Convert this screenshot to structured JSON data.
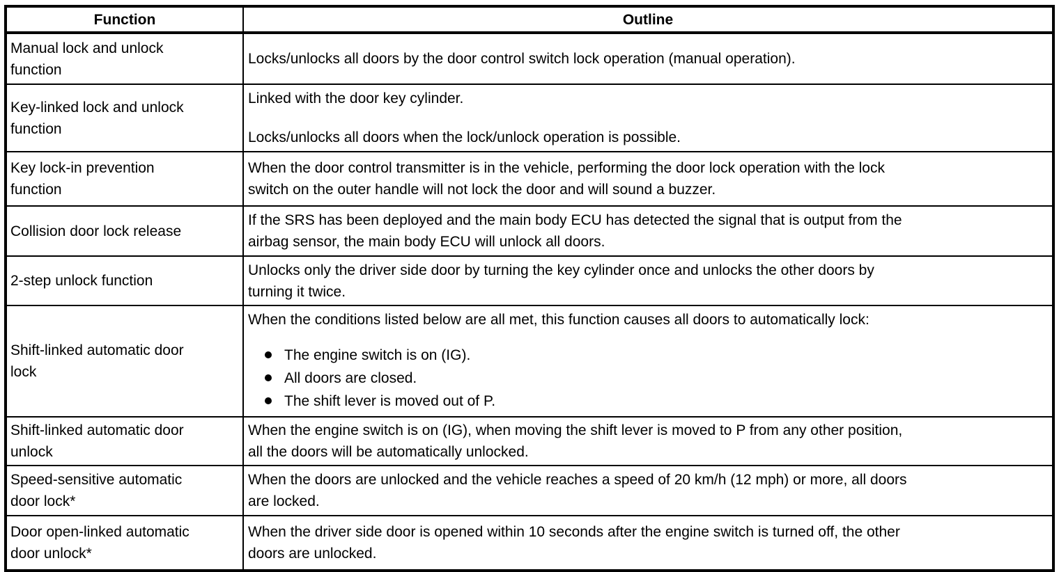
{
  "document": {
    "colors": {
      "text": "#000000",
      "border": "#000000",
      "background": "#ffffff"
    },
    "table": {
      "headers": {
        "function": "Function",
        "outline": "Outline"
      },
      "rows": [
        {
          "function_lines": [
            "Manual lock and unlock",
            "function"
          ],
          "outline_blocks": [
            {
              "type": "p",
              "lines": [
                "Locks/unlocks all doors by the door control switch lock operation (manual operation)."
              ]
            }
          ]
        },
        {
          "function_lines": [
            "Key-linked lock and unlock",
            "function"
          ],
          "outline_blocks": [
            {
              "type": "p",
              "lines": [
                "Linked with the door key cylinder."
              ]
            },
            {
              "type": "p",
              "gap_before": true,
              "lines": [
                "Locks/unlocks all doors when the lock/unlock operation is possible."
              ]
            }
          ]
        },
        {
          "function_lines": [
            "Key lock-in prevention",
            "function"
          ],
          "outline_blocks": [
            {
              "type": "p",
              "lines": [
                "When the door control transmitter is in the vehicle, performing the door lock operation with the lock",
                "switch on the outer handle will not lock the door and will sound a buzzer."
              ]
            }
          ]
        },
        {
          "function_lines": [
            "Collision door lock release"
          ],
          "outline_blocks": [
            {
              "type": "p",
              "lines": [
                "If the SRS has been deployed and the main body ECU has detected the signal that is output from the",
                "airbag sensor, the main body ECU will unlock all doors."
              ]
            }
          ]
        },
        {
          "function_lines": [
            "2-step unlock function"
          ],
          "outline_blocks": [
            {
              "type": "p",
              "lines": [
                "Unlocks only the driver side door by turning the key cylinder once and unlocks the other doors by",
                "turning it twice."
              ]
            }
          ]
        },
        {
          "function_lines": [
            "Shift-linked automatic door",
            "lock"
          ],
          "outline_blocks": [
            {
              "type": "p",
              "lines": [
                "When the conditions listed below are all met, this function causes all doors to automatically lock:"
              ]
            },
            {
              "type": "ul",
              "items": [
                "The engine switch is on (IG).",
                "All doors are closed.",
                "The shift lever is moved out of P."
              ]
            }
          ]
        },
        {
          "function_lines": [
            "Shift-linked automatic door",
            "unlock"
          ],
          "outline_blocks": [
            {
              "type": "p",
              "lines": [
                "When the engine switch is on (IG), when moving the shift lever is moved to P from any other position,",
                "all the doors will be automatically unlocked."
              ]
            }
          ]
        },
        {
          "function_lines": [
            "Speed-sensitive automatic",
            "door lock*"
          ],
          "outline_blocks": [
            {
              "type": "p",
              "lines": [
                "When the doors are unlocked and the vehicle reaches a speed of 20 km/h (12 mph) or more, all doors",
                "are locked."
              ]
            }
          ]
        },
        {
          "function_lines": [
            "Door open-linked automatic",
            "door unlock*"
          ],
          "outline_blocks": [
            {
              "type": "p",
              "lines": [
                "When the driver side door is opened within 10 seconds after the engine switch is turned off, the other",
                "doors are unlocked."
              ]
            }
          ]
        }
      ]
    }
  }
}
